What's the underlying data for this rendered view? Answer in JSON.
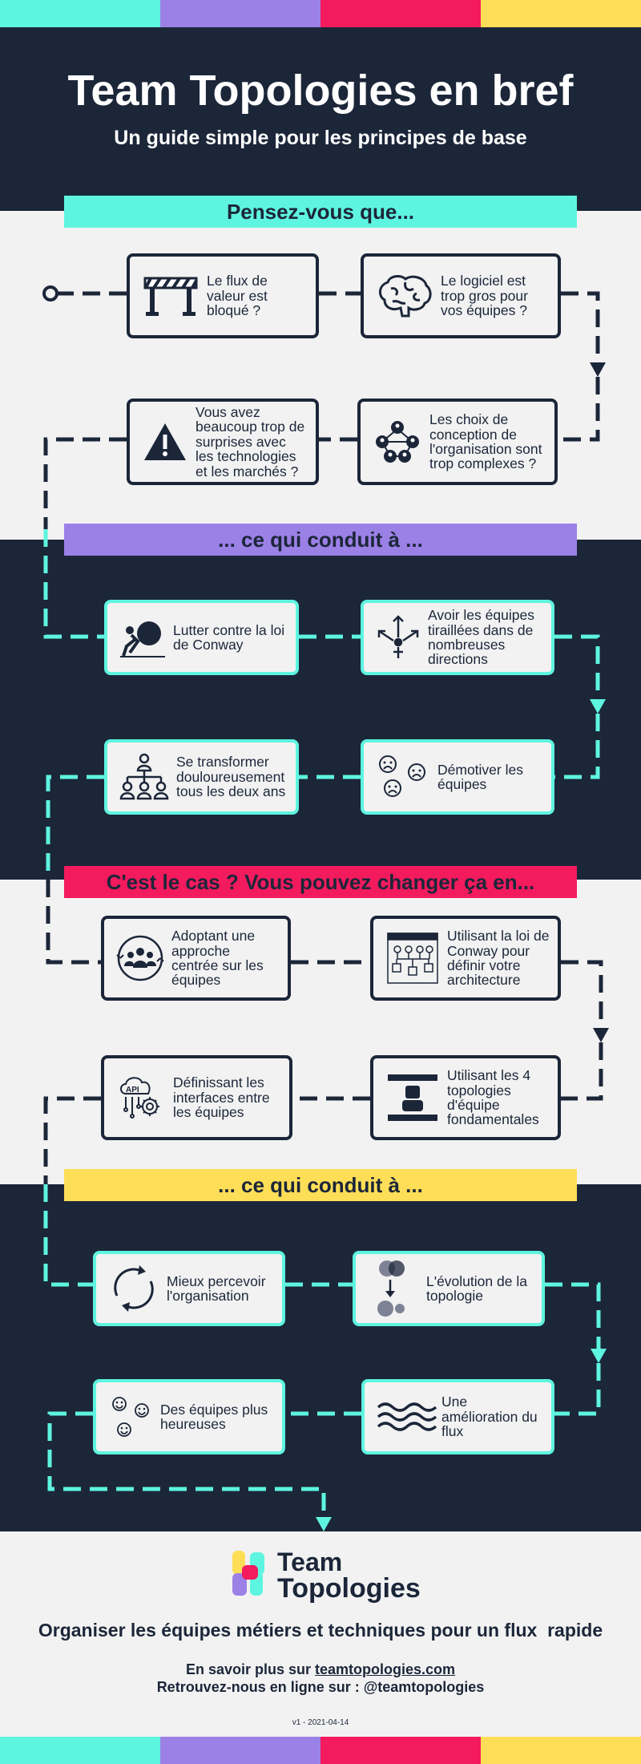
{
  "colors": {
    "navy": "#1c2639",
    "cyan": "#5ef5e0",
    "purple": "#9b80e6",
    "pink": "#f31a5d",
    "yellow": "#fede57",
    "light": "#f2f2f2"
  },
  "header": {
    "title": "Team Topologies en bref",
    "subtitle": "Un guide simple pour les principes de base"
  },
  "sections": [
    {
      "banner": "Pensez-vous que...",
      "cards": [
        {
          "text": "Le flux de valeur est bloqué ?",
          "icon": "barrier-icon"
        },
        {
          "text": "Le logiciel est trop gros pour vos équipes ?",
          "icon": "brain-icon"
        },
        {
          "text": "Vous avez beaucoup trop de surprises avec les technologies et les marchés ?",
          "icon": "warning-icon"
        },
        {
          "text": "Les choix de conception de l'organisation sont trop complexes ?",
          "icon": "org-network-icon"
        }
      ]
    },
    {
      "banner": "... ce qui conduit à ...",
      "cards": [
        {
          "text": "Lutter contre la loi de Conway",
          "icon": "sisyphus-icon"
        },
        {
          "text": "Avoir les équipes tiraillées dans de nombreuses directions",
          "icon": "directions-icon"
        },
        {
          "text": "Se transformer douloureusement tous les deux ans",
          "icon": "hierarchy-icon"
        },
        {
          "text": "Démotiver les équipes",
          "icon": "sad-faces-icon"
        }
      ]
    },
    {
      "banner": "C'est le cas ? Vous pouvez changer ça en...",
      "cards": [
        {
          "text": "Adoptant une approche centrée sur les équipes",
          "icon": "team-icon"
        },
        {
          "text": "Utilisant la loi de Conway pour définir votre architecture",
          "icon": "architecture-icon"
        },
        {
          "text": "Définissant les interfaces entre les équipes",
          "icon": "api-gear-icon"
        },
        {
          "text": "Utilisant les 4 topologies d'équipe fondamentales",
          "icon": "topologies-icon"
        }
      ]
    },
    {
      "banner": "... ce qui conduit à ...",
      "cards": [
        {
          "text": "Mieux percevoir l'organisation",
          "icon": "cycle-icon"
        },
        {
          "text": "L'évolution de la topologie",
          "icon": "evolution-icon"
        },
        {
          "text": "Des équipes plus heureuses",
          "icon": "happy-faces-icon"
        },
        {
          "text": "Une amélioration du flux",
          "icon": "waves-icon"
        }
      ]
    }
  ],
  "footer": {
    "logo_line1": "Team",
    "logo_line2": "Topologies",
    "tagline": "Organiser les équipes métiers et techniques pour un flux  rapide",
    "learn_prefix": "En savoir plus sur ",
    "learn_link": "teamtopologies.com",
    "social": "Retrouvez-nous en ligne sur : @teamtopologies",
    "version": "v1 - 2021-04-14"
  }
}
